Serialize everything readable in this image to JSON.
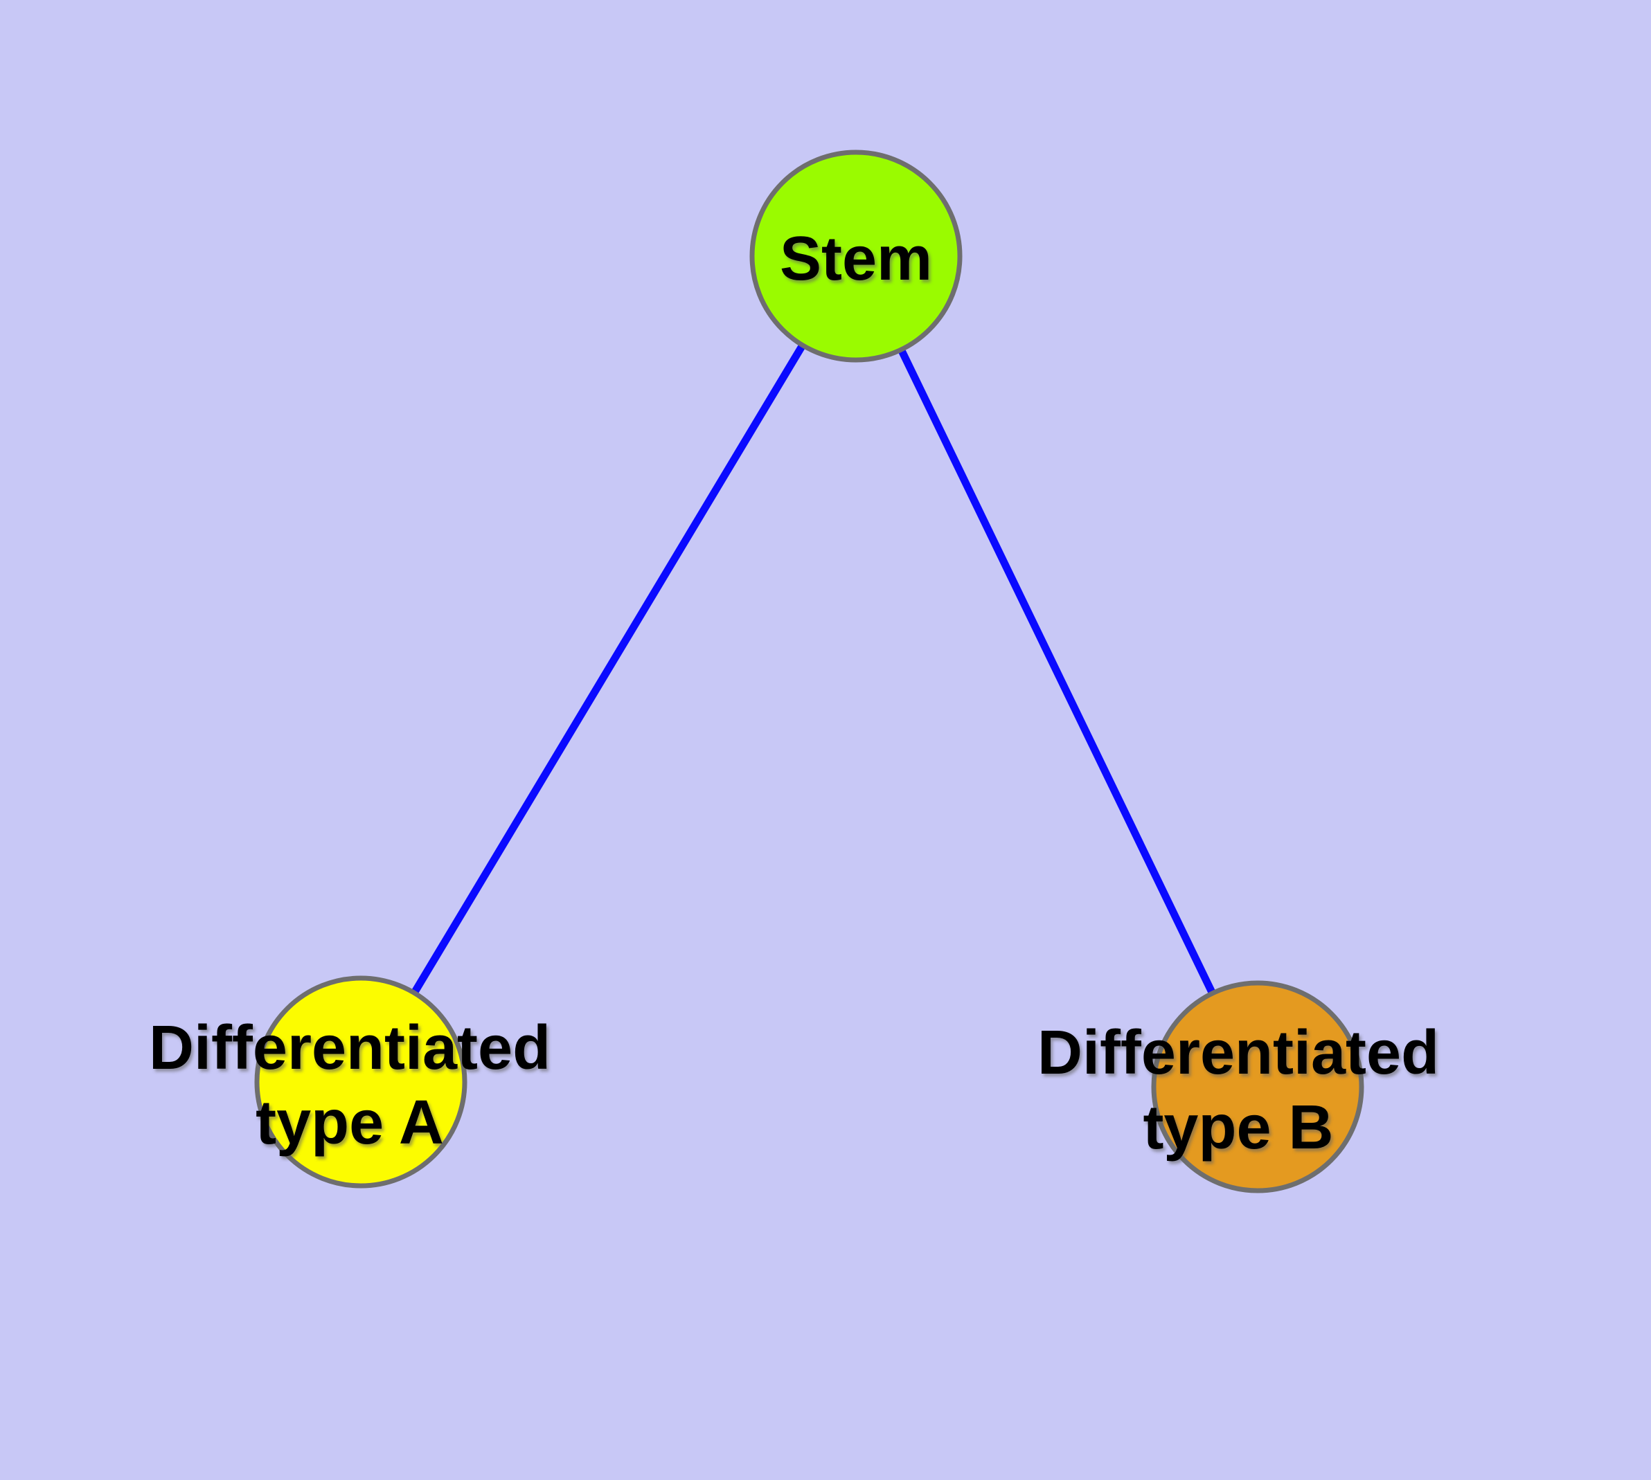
{
  "diagram": {
    "type": "graph",
    "background_color": "#c8c8f6",
    "edge_color": "#0a0aff",
    "node_border_color": "#6e6e6e",
    "label_color": "#000000",
    "nodes": [
      {
        "id": "stem",
        "label": "Stem",
        "color": "#9afb00"
      },
      {
        "id": "type-a",
        "label": "Differentiated\ntype A",
        "color": "#fcfc00"
      },
      {
        "id": "type-b",
        "label": "Differentiated\ntype B",
        "color": "#e49a20"
      }
    ],
    "edges": [
      {
        "from": "stem",
        "to": "type-a"
      },
      {
        "from": "stem",
        "to": "type-b"
      }
    ]
  }
}
